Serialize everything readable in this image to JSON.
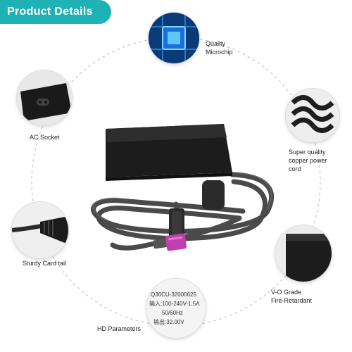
{
  "banner": {
    "title": "Product Details"
  },
  "features": {
    "microchip": {
      "line1": "Quality",
      "line2": "Microchip"
    },
    "ac_socket": {
      "label": "AC Socket"
    },
    "copper_cord": {
      "line1": "Super quality",
      "line2": "copper power",
      "line3": "cord"
    },
    "card_tail": {
      "label": "Sturdy Card tail"
    },
    "fire_retardant": {
      "line1": "V-O Grade",
      "line2": "Fire-Retardant"
    },
    "hd_params": {
      "label": "HD Parameters"
    }
  },
  "params": {
    "model": "Q36CU-32000625",
    "input": "输入:100-240V-1.5A",
    "freq": "50/60Hz",
    "output": "输出:32.00V"
  },
  "colors": {
    "accent": "#1fb2b4",
    "plug": "#c03fb0",
    "adapter": "#1c1c1c"
  }
}
